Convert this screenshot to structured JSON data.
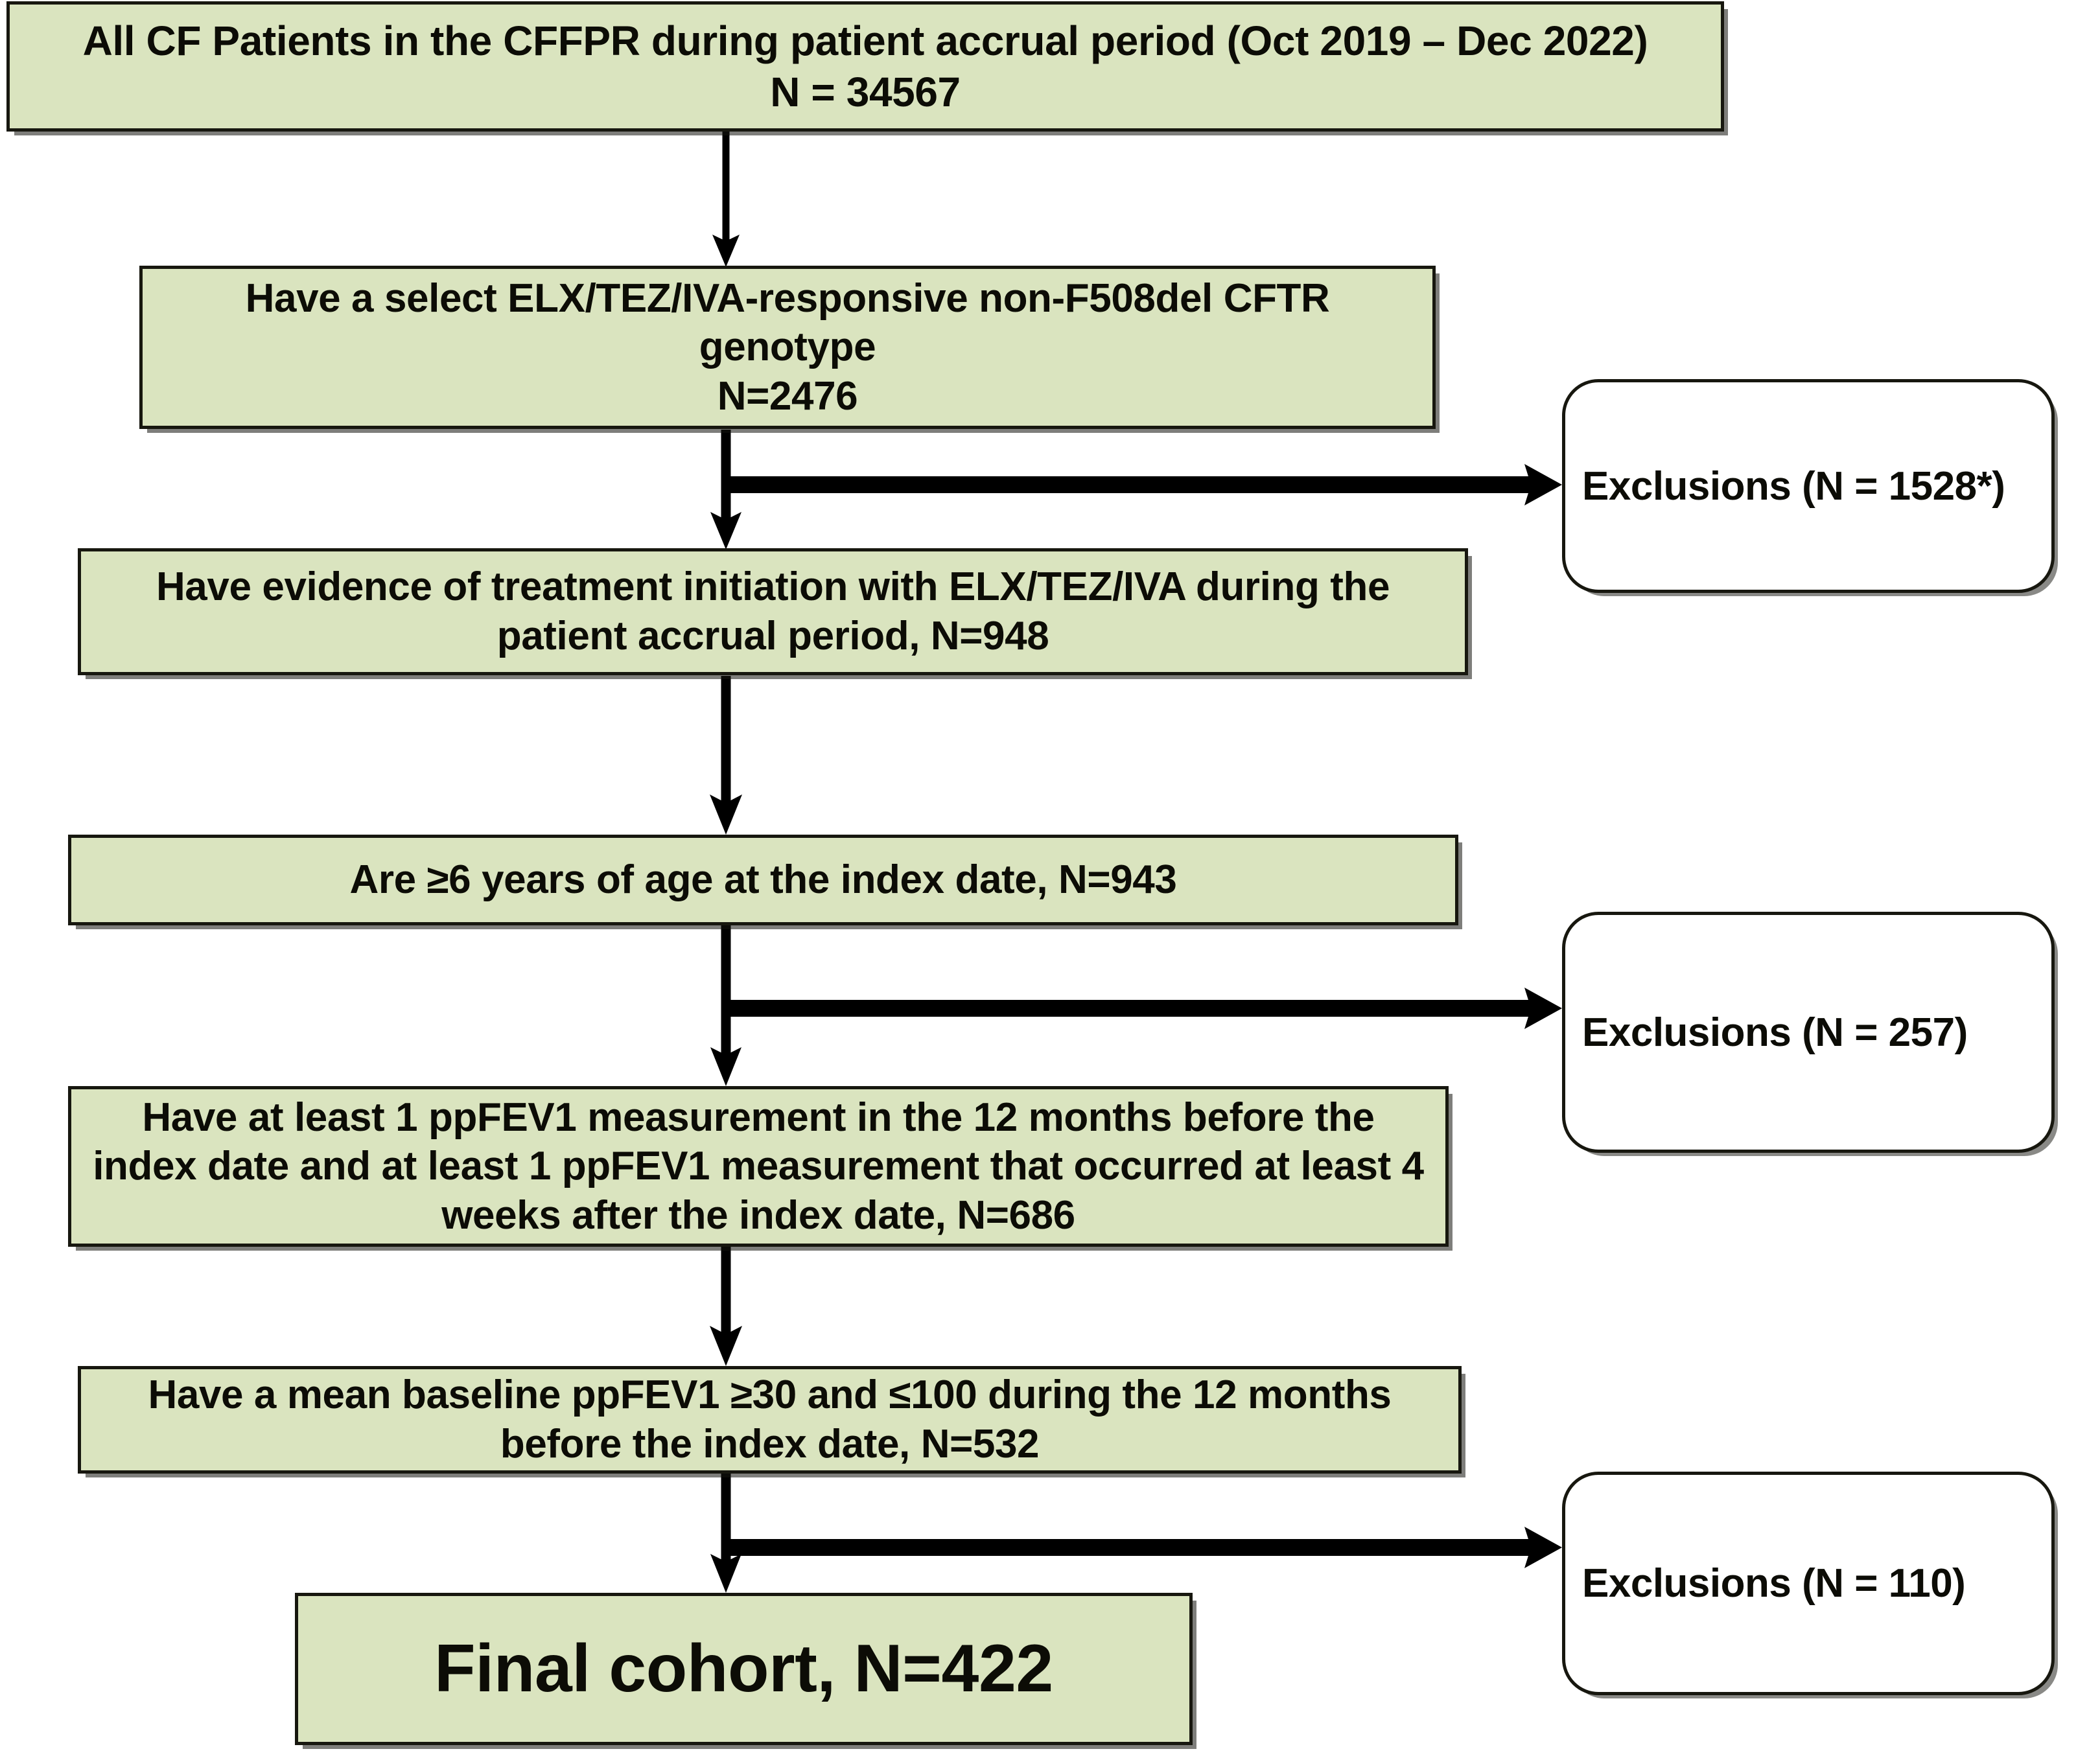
{
  "figure": {
    "type": "patient-selection-flowchart",
    "orientation": "top-to-bottom",
    "palette": {
      "node_fill": "#dae4bf",
      "node_border": "#17170f",
      "exclusion_fill": "#ffffff",
      "exclusion_border": "#17170f",
      "arrow": "#000000",
      "text": "#0c0c06"
    }
  },
  "nodes": [
    {
      "id": "all-cf-patients",
      "text": "All CF Patients in the CFFPR during patient accrual period (Oct 2019 – Dec 2022)\nN = 34567",
      "n": 34567
    },
    {
      "id": "responsive-genotype",
      "text": "Have a select ELX/TEZ/IVA-responsive non-F508del CFTR genotype\nN=2476",
      "n": 2476
    },
    {
      "id": "treatment-initiation",
      "text": "Have evidence of treatment initiation with ELX/TEZ/IVA during the patient accrual period, N=948",
      "n": 948
    },
    {
      "id": "age-at-index",
      "text": "Are ≥6 years of age at the index date, N=943",
      "n": 943
    },
    {
      "id": "ppfev1-measurements",
      "text": "Have at least 1 ppFEV1 measurement in the 12 months before the index date and at least 1 ppFEV1 measurement that occurred at least 4 weeks after the index date, N=686",
      "n": 686
    },
    {
      "id": "baseline-ppfev1-range",
      "text": "Have a mean baseline ppFEV1 ≥30 and ≤100 during the 12 months before the index date, N=532",
      "n": 532
    },
    {
      "id": "final-cohort",
      "text": "Final cohort, N=422",
      "n": 422
    }
  ],
  "exclusions": [
    {
      "id": "exclusion-1",
      "text": "Exclusions (N = 1528*)",
      "n": 1528,
      "footnote_marker": "*"
    },
    {
      "id": "exclusion-2",
      "text": "Exclusions (N = 257)",
      "n": 257,
      "footnote_marker": ""
    },
    {
      "id": "exclusion-3",
      "text": "Exclusions (N = 110)",
      "n": 110,
      "footnote_marker": ""
    }
  ]
}
